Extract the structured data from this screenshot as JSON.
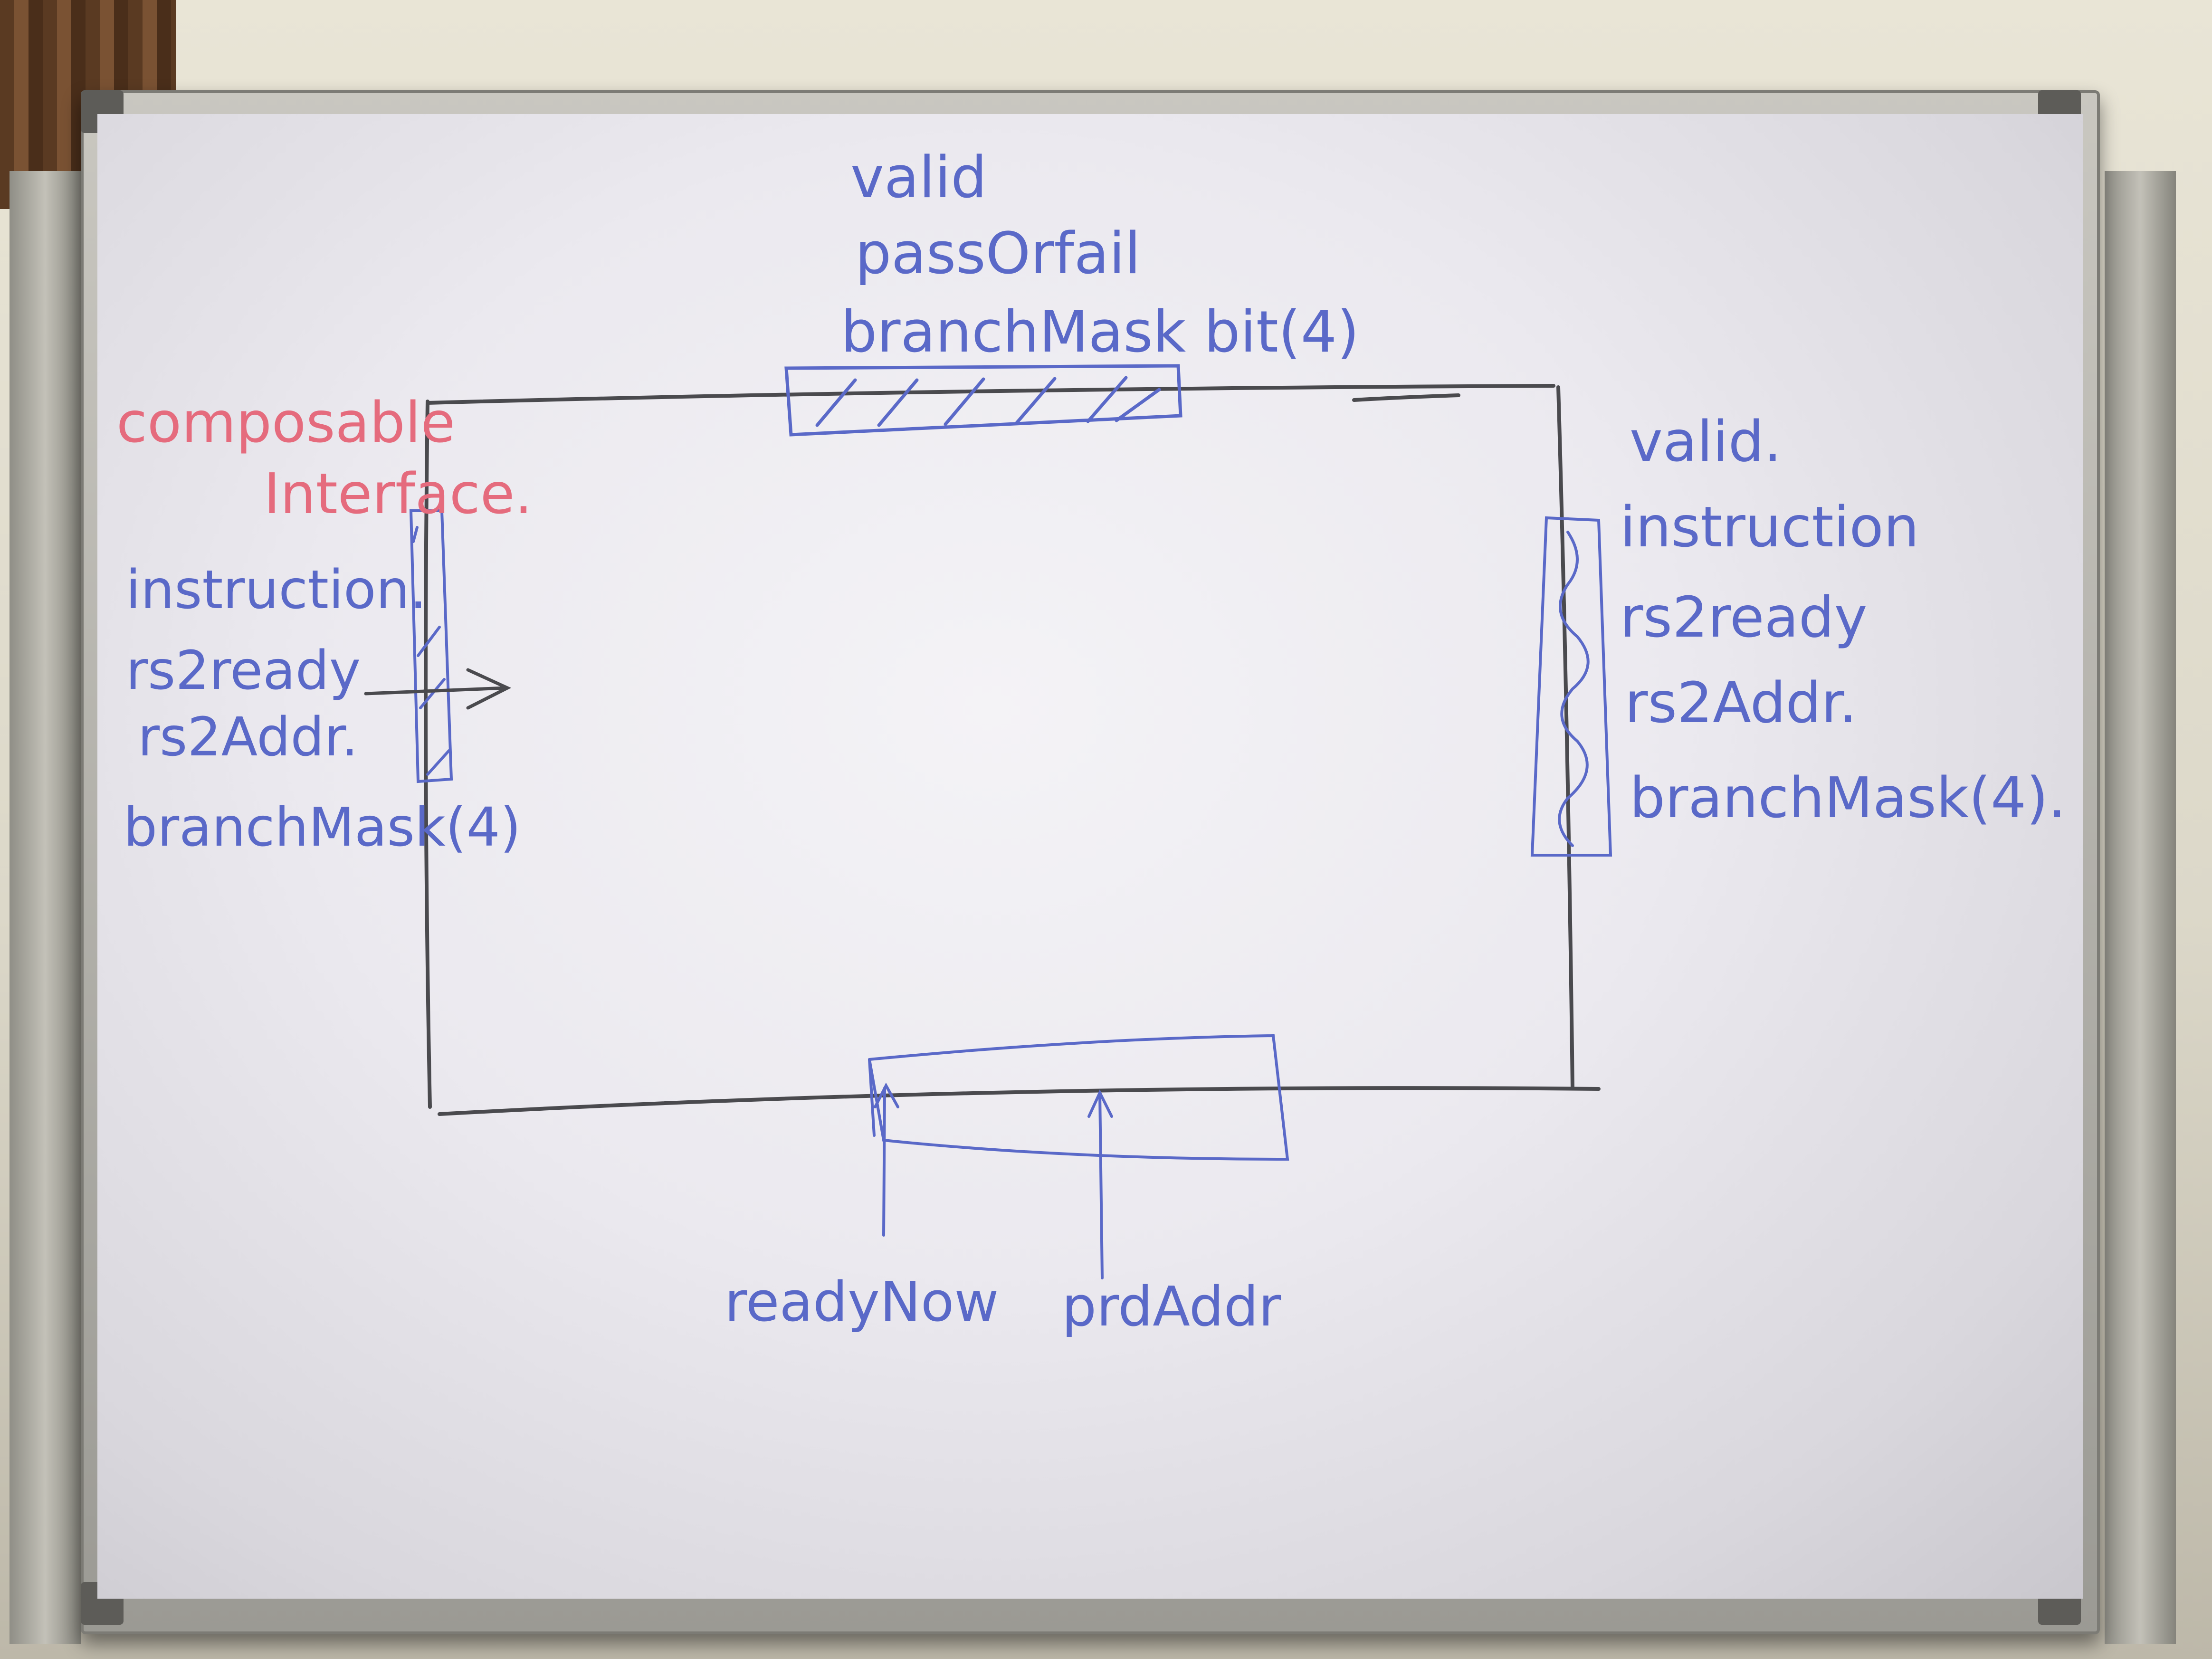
{
  "colors": {
    "marker_blue": "#5a69c8",
    "marker_red": "#e56b7d",
    "marker_black": "#4a4a4e"
  },
  "top_port": {
    "lines": [
      "valid",
      "passOrfail",
      "branchMask bit(4)"
    ]
  },
  "left_port": {
    "title_lines": [
      "composable",
      "Interface."
    ],
    "lines": [
      "instruction.",
      "rs2ready",
      "rs2Addr.",
      "branchMask(4)"
    ]
  },
  "right_port": {
    "lines": [
      "valid.",
      "instruction",
      "rs2ready",
      "rs2Addr.",
      "branchMask(4)."
    ]
  },
  "bottom_port": {
    "labels": [
      "readyNow",
      "prdAddr"
    ]
  }
}
